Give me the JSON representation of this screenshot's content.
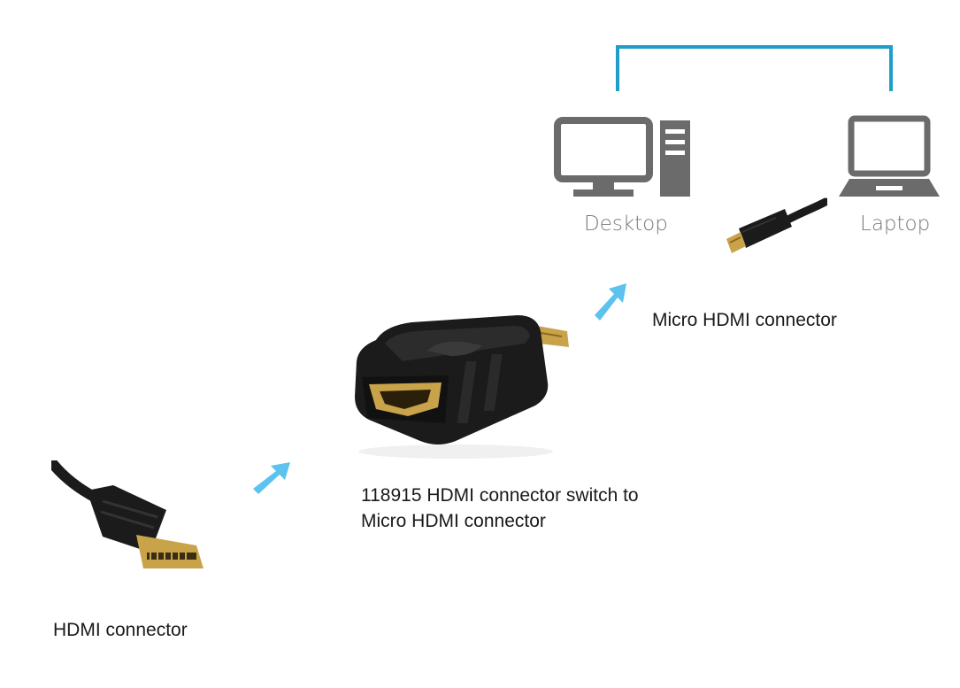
{
  "captions": {
    "hdmi": "HDMI connector",
    "adapter_line1": "118915 HDMI connector switch to",
    "adapter_line2": "Micro HDMI connector",
    "micro": "Micro HDMI connector"
  },
  "devices": {
    "desktop": "Desktop",
    "laptop": "Laptop"
  },
  "colors": {
    "arrow": "#5bc3ee",
    "bracket": "#1e9ec8",
    "device_gray": "#6b6b6b",
    "plug_black": "#1b1b1b",
    "gold": "#c9a34a"
  },
  "icons": {
    "desktop": "desktop-computer-icon",
    "laptop": "laptop-icon",
    "arrow": "up-right-arrow-icon"
  }
}
